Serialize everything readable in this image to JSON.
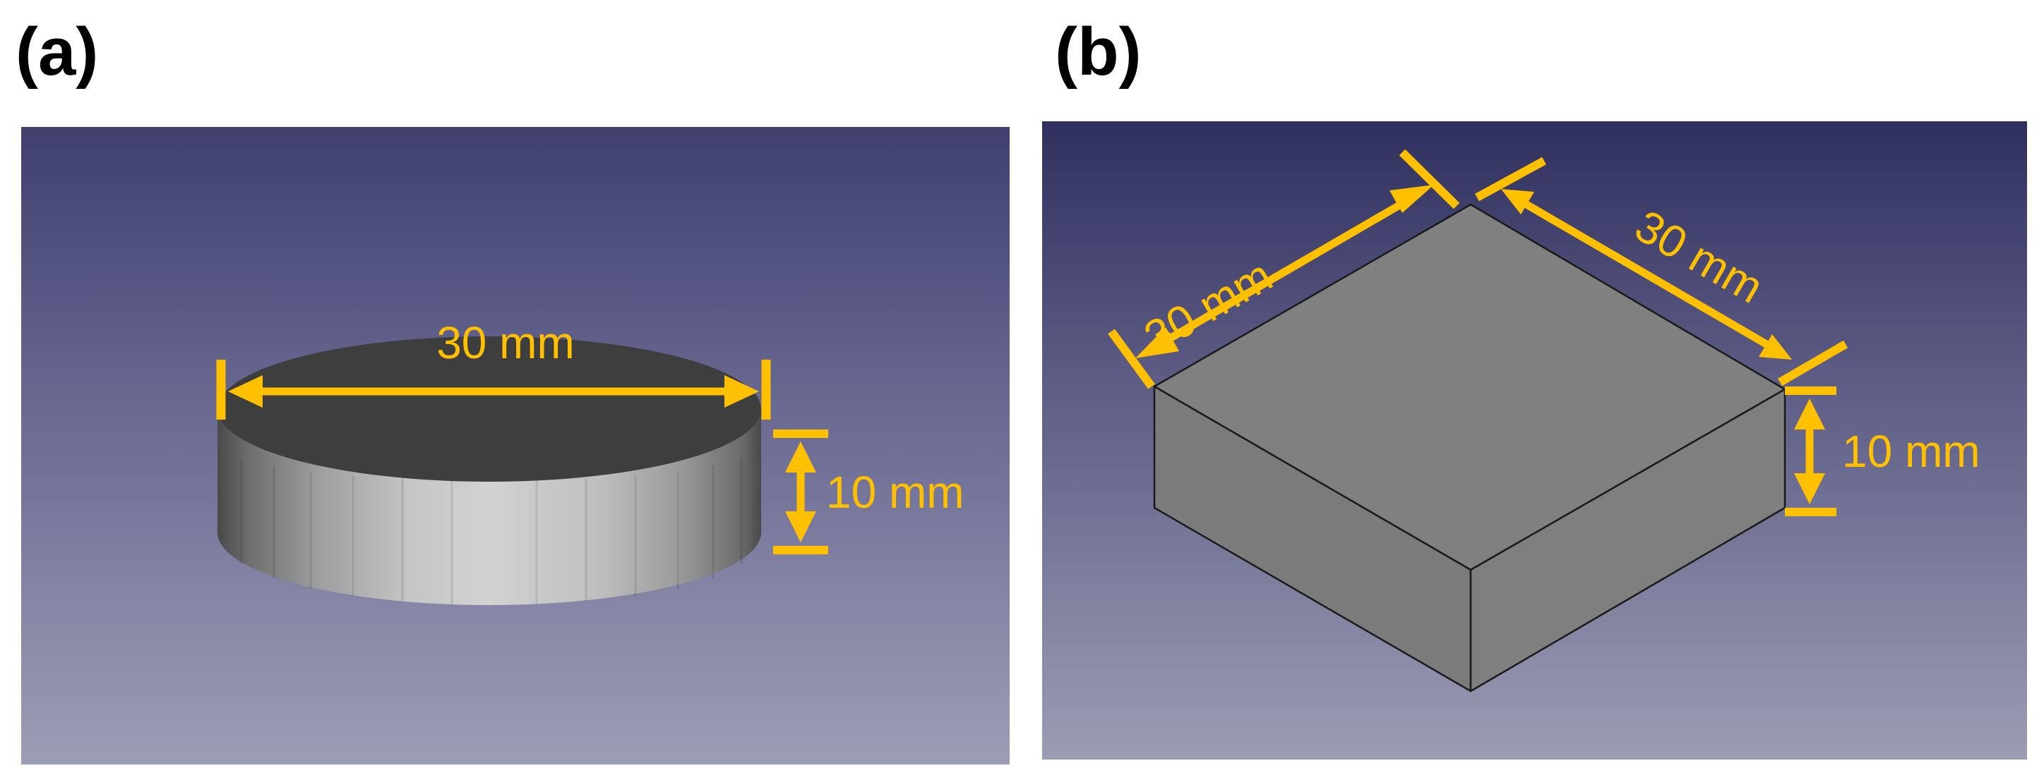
{
  "panels": [
    {
      "label": "(a)",
      "shape": "cylinder",
      "dimensions": {
        "diameter": "30 mm",
        "height": "10 mm"
      }
    },
    {
      "label": "(b)",
      "shape": "cuboid",
      "dimensions": {
        "length": "30 mm",
        "width": "30 mm",
        "height": "10 mm"
      }
    }
  ],
  "colors": {
    "annotation": "#FFC000",
    "background_top": "#3F406E",
    "background_bottom": "#9D9DB6",
    "solid_top_a": "#3E3E3E",
    "solid_face_b": "#808080"
  }
}
